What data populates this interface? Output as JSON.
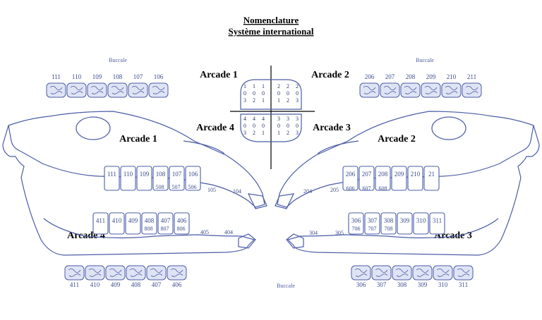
{
  "title": {
    "line1": "Nomenclature",
    "line2": "Système international"
  },
  "arcade_labels": {
    "a1": "Arcade 1",
    "a2": "Arcade 2",
    "a3": "Arcade 3",
    "a4": "Arcade 4"
  },
  "side_labels": {
    "buccale": "Buccale"
  },
  "occlusal_rows": {
    "top_left": [
      "111",
      "110",
      "109",
      "108",
      "107",
      "106"
    ],
    "top_right": [
      "206",
      "207",
      "208",
      "209",
      "210",
      "211"
    ],
    "bottom_left": [
      "411",
      "410",
      "409",
      "408",
      "407",
      "406"
    ],
    "bottom_right": [
      "306",
      "307",
      "308",
      "309",
      "310",
      "311"
    ]
  },
  "incisors": {
    "upper": [
      "103",
      "102",
      "101",
      "201",
      "202",
      "203"
    ],
    "lower": [
      "403",
      "402",
      "401",
      "301",
      "302",
      "303"
    ]
  },
  "left_skull": {
    "upper_cheek": [
      "111",
      "110",
      "109",
      "108",
      "107",
      "106"
    ],
    "upper_deciduous": [
      "508",
      "507",
      "506"
    ],
    "upper_premolar_extra": [
      "105",
      "104"
    ],
    "lower_cheek": [
      "411",
      "410",
      "409",
      "408",
      "407",
      "406"
    ],
    "lower_deciduous": [
      "808",
      "807",
      "806"
    ],
    "lower_premolar_extra": [
      "405",
      "404"
    ]
  },
  "right_skull": {
    "upper_cheek": [
      "206",
      "207",
      "208",
      "209",
      "210",
      "21"
    ],
    "upper_deciduous": [
      "606",
      "607",
      "608"
    ],
    "upper_premolar_extra": [
      "204",
      "205"
    ],
    "lower_cheek": [
      "306",
      "307",
      "308",
      "309",
      "310",
      "311"
    ],
    "lower_deciduous": [
      "706",
      "707",
      "708"
    ],
    "lower_premolar_extra": [
      "304",
      "305"
    ]
  }
}
